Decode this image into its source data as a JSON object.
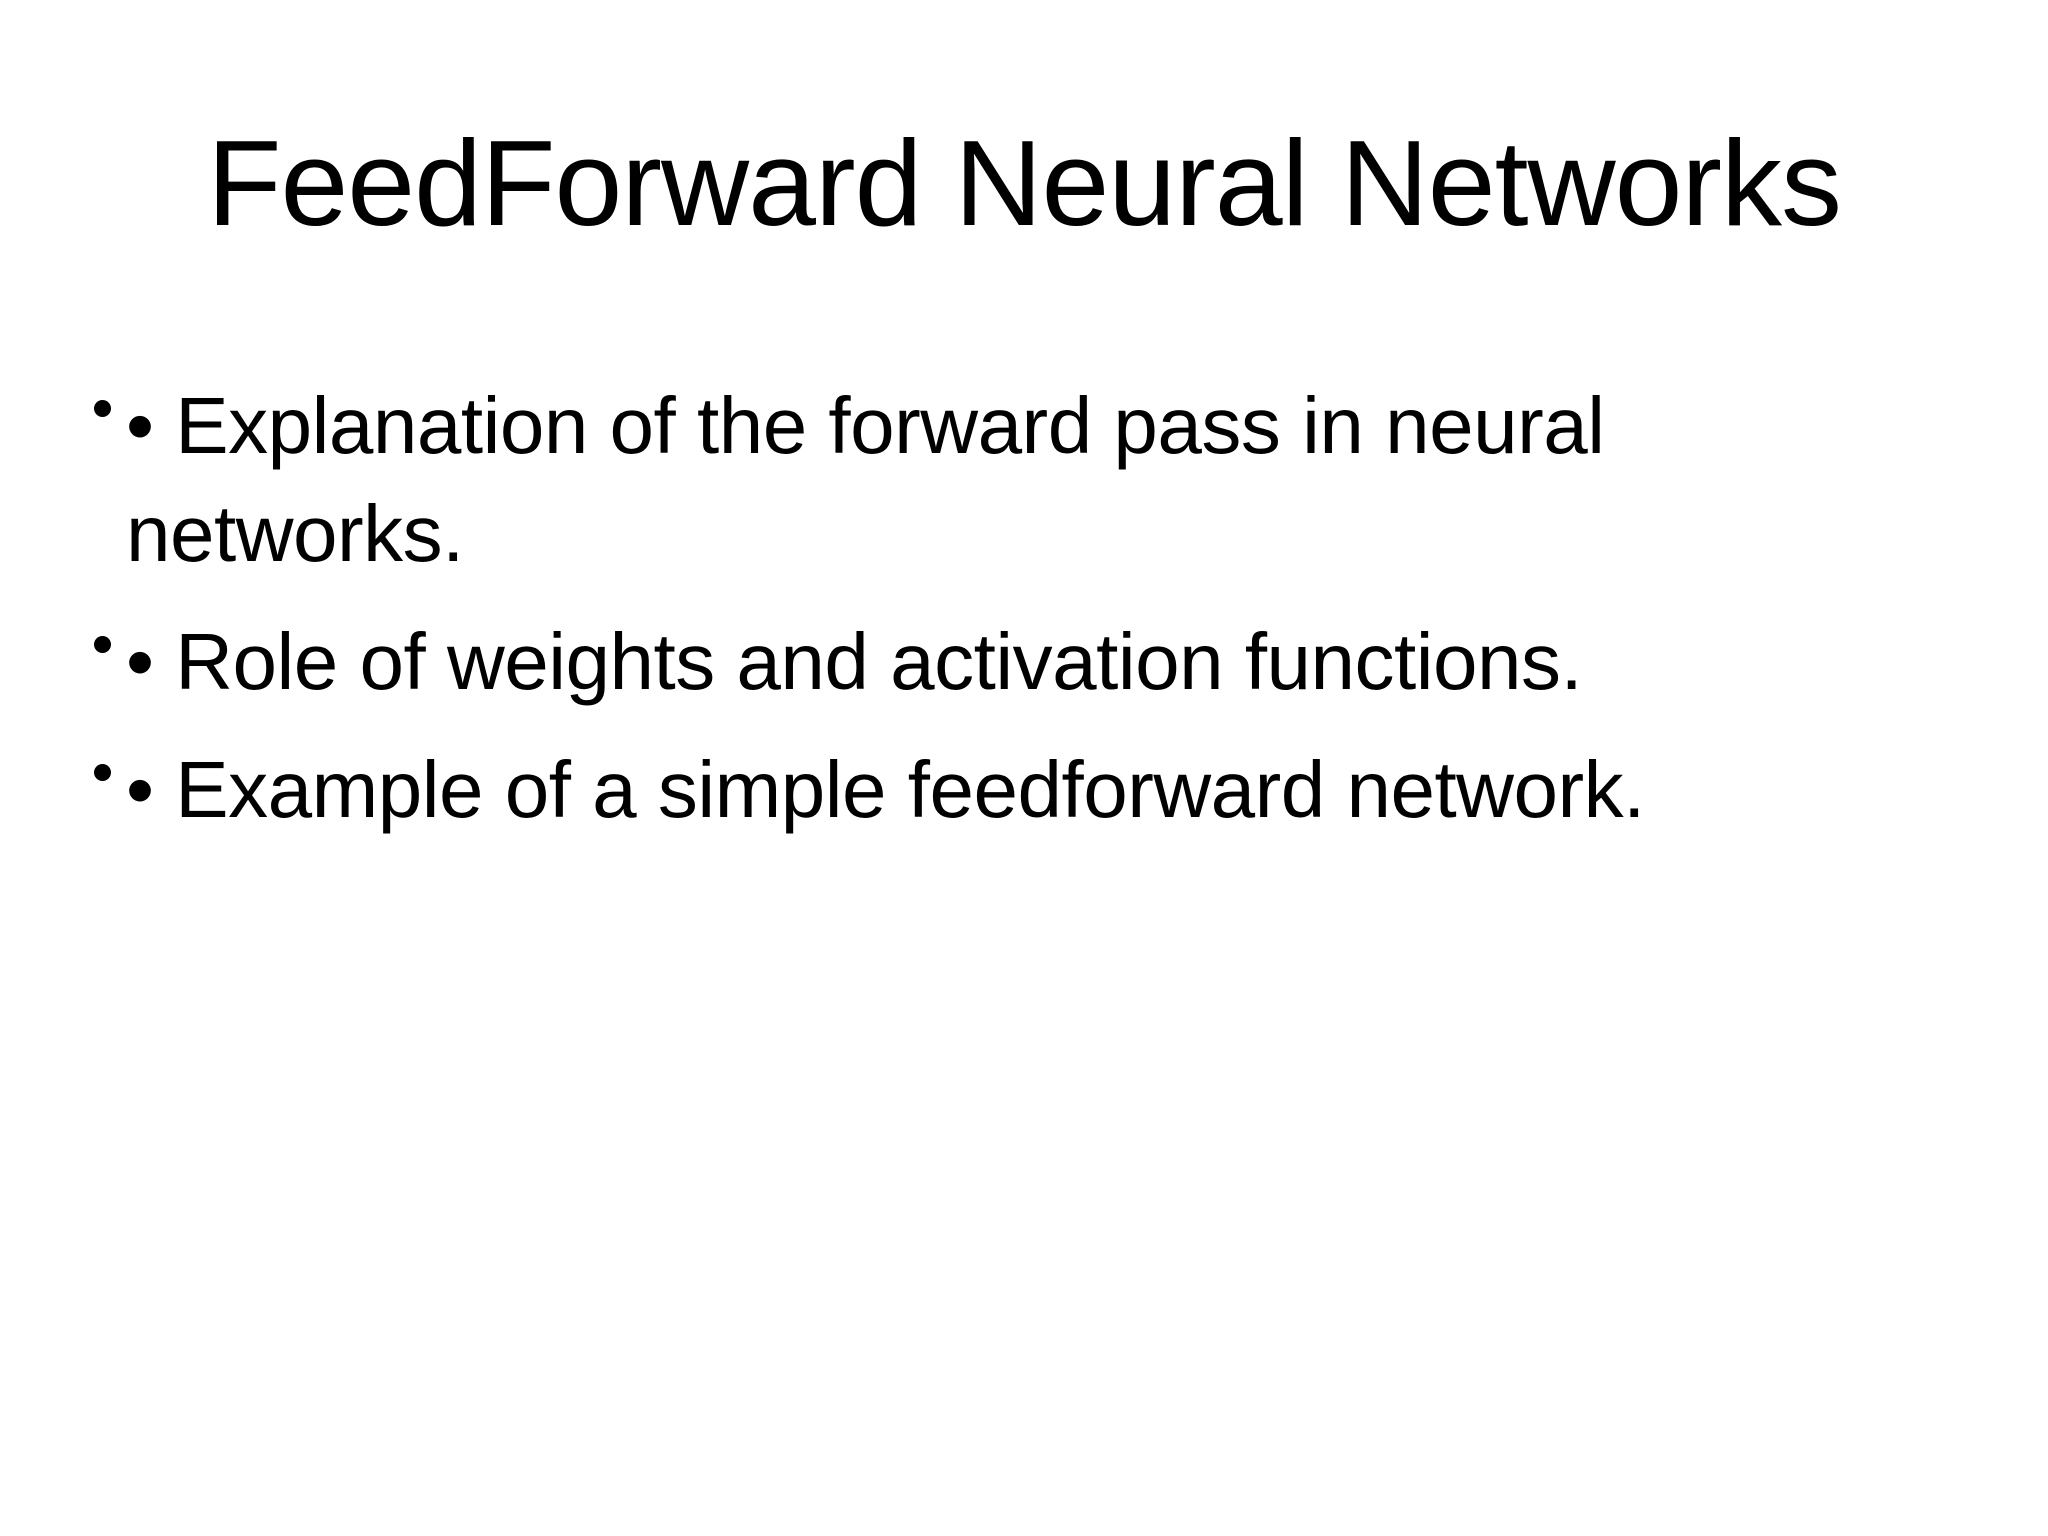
{
  "slide": {
    "title": "FeedForward Neural Networks",
    "bullets": [
      {
        "text": "• Explanation of the forward pass in neural networks."
      },
      {
        "text": "• Role of weights and activation functions."
      },
      {
        "text": "• Example of a simple feedforward network."
      }
    ],
    "colors": {
      "background": "#ffffff",
      "text": "#000000"
    }
  }
}
